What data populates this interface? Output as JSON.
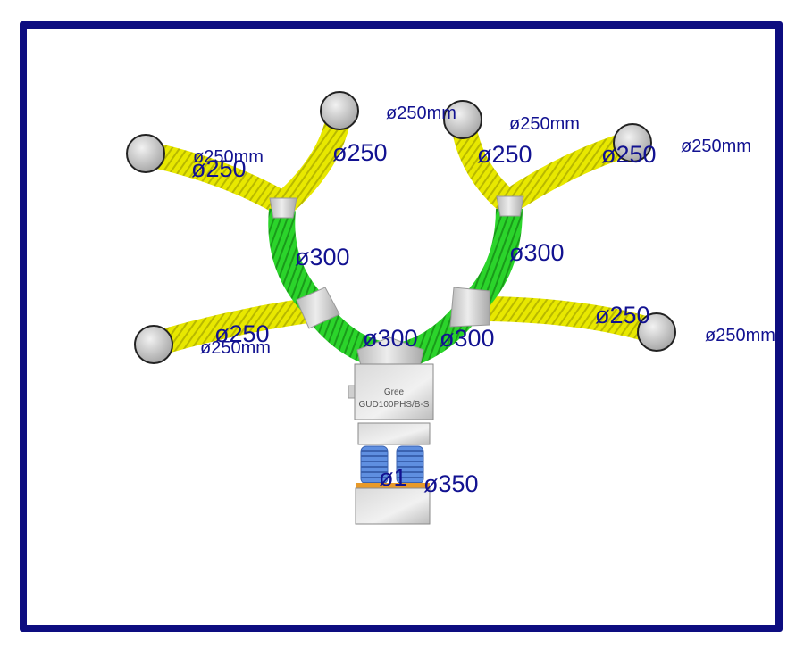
{
  "colors": {
    "frame": "#0d0d80",
    "branch_duct": "#e8e800",
    "main_duct": "#2bd42b",
    "connector_duct": "#5f8fe0",
    "label_text": "#121291",
    "outlet": "#d4d4d4",
    "fitting": "#c8c8c8",
    "base_strip": "#e89a2a"
  },
  "unit": {
    "brand": "Gree",
    "model": "GUD100PHS/B-S"
  },
  "labels": {
    "top_left_mm": "ø250mm",
    "top_left_dia": "ø250",
    "top_mid_left_dia": "ø250",
    "top_mid_mm": "ø250mm",
    "top_right_mm": "ø250mm",
    "top_mid_right_dia": "ø250",
    "top_right_dia": "ø250",
    "far_right_mm": "ø250mm",
    "left_main_dia": "ø300",
    "right_main_dia": "ø300",
    "bottom_left_dia": "ø250",
    "bottom_left_mm": "ø250mm",
    "bottom_right_dia": "ø250",
    "bottom_right_mm": "ø250mm",
    "center_left_dia": "ø300",
    "center_right_dia": "ø300",
    "connector_dia": "ø1",
    "return_dia": "ø350"
  },
  "icons": {
    "outlet": "round-diffuser-icon",
    "fitting": "y-branch-fitting-icon"
  }
}
